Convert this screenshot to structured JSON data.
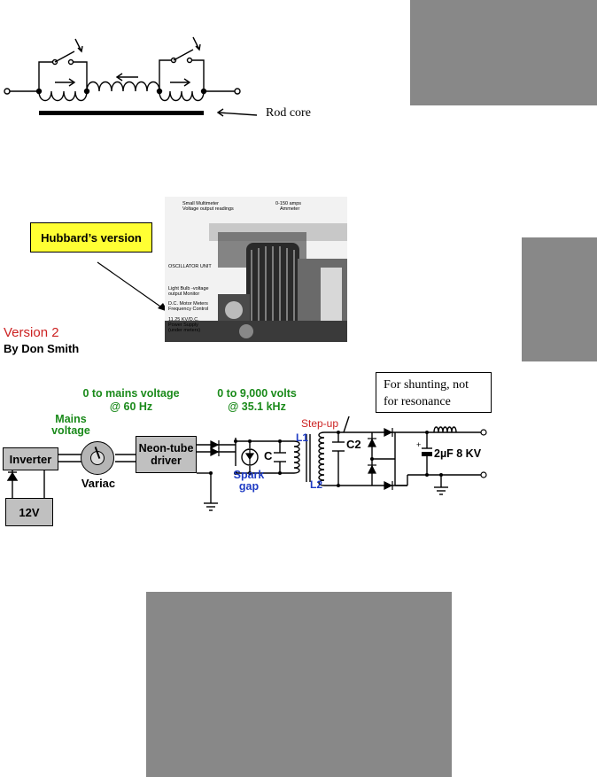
{
  "top_diagram": {
    "rod_label": "Rod core"
  },
  "photo": {
    "callout_label": "Hubbard’s version",
    "labels": {
      "multimeter": "Small Multimeter\nVoltage output readings",
      "ammeter": "0-150 amps\nAmmeter",
      "unit": "OSCILLATOR UNIT",
      "bulb": "Light Bulb -voltage\noutput Monitor",
      "motor": "D.C. Motor Meters\nFrequency Control",
      "supply": "11.25 KV/D.C.\nPower Supply\n(under meters)"
    }
  },
  "version": {
    "title": "Version 2",
    "author": "By Don Smith"
  },
  "circuit": {
    "note_line1": "For shunting, not",
    "note_line2": "for resonance",
    "mains_label_line1": "0 to mains voltage",
    "mains_label_line2": "@ 60 Hz",
    "hv_label_line1": "0 to 9,000 volts",
    "hv_label_line2": "@ 35.1 kHz",
    "mains_voltage_line1": "Mains",
    "mains_voltage_line2": "voltage",
    "inverter": "Inverter",
    "variac": "Variac",
    "driver_line1": "Neon-tube",
    "driver_line2": "driver",
    "battery": "12V",
    "spark_line1": "Spark",
    "spark_line2": "gap",
    "cap_c": "C",
    "stepup": "Step-up",
    "l1": "L1",
    "l2": "L2",
    "c2": "C2",
    "output_cap": "2µF 8 KV"
  }
}
